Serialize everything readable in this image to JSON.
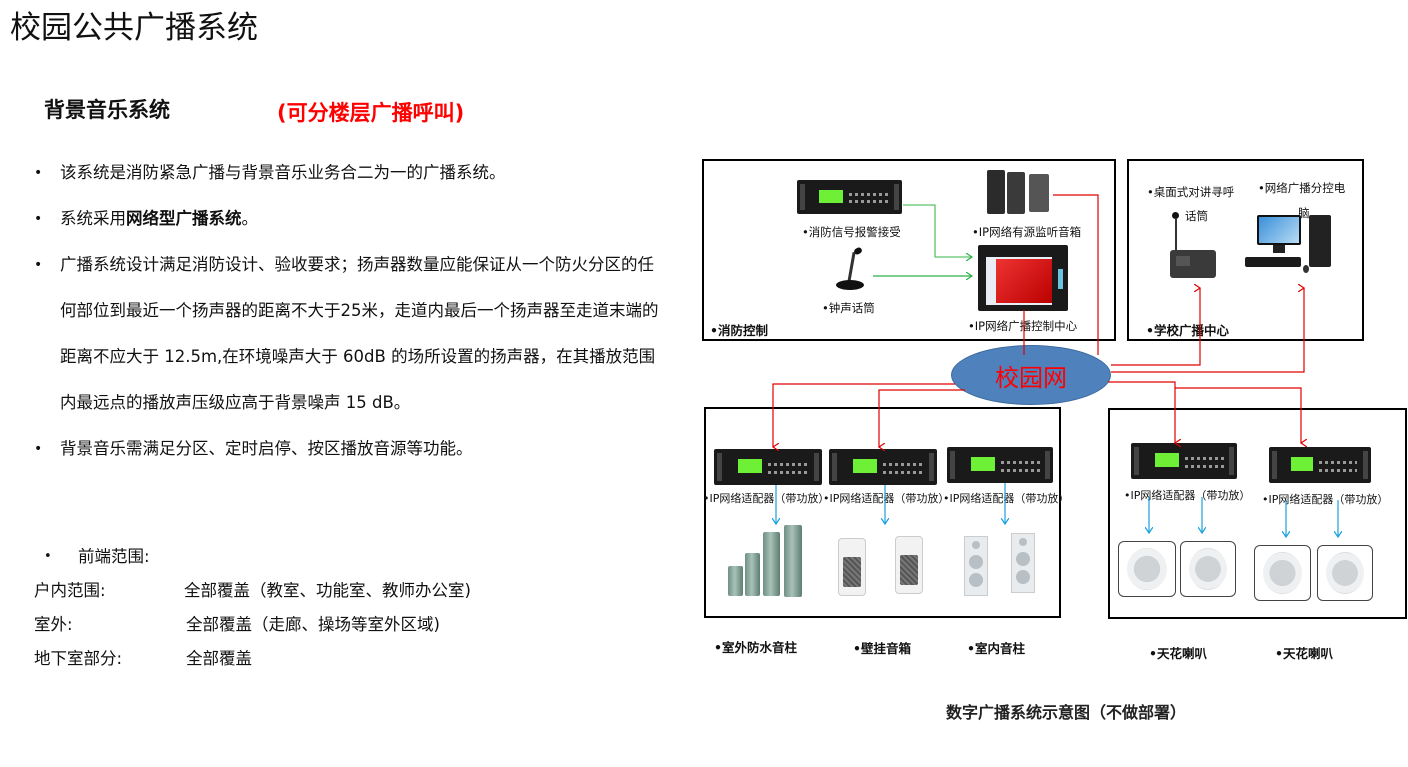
{
  "page": {
    "title": "校园公共广播系统",
    "subtitle": "背景音乐系统",
    "subtitle_note": "(可分楼层广播呼叫)"
  },
  "bullets": [
    {
      "text": "该系统是消防紧急广播与背景音乐业务合二为一的广播系统。"
    },
    {
      "prefix": "系统采用",
      "bold": "网络型广播系统",
      "suffix": "。"
    },
    {
      "text": "广播系统设计满足消防设计、验收要求；扬声器数量应能保证从一个防火分区的任何部位到最近一个扬声器的距离不大于25米，走道内最后一个扬声器至走道末端的距离不应大于 12.5m,在环境噪声大于 60dB 的场所设置的扬声器，在其播放范围内最远点的播放声压级应高于背景噪声 15 dB。"
    },
    {
      "text": "背景音乐需满足分区、定时启停、按区播放音源等功能。"
    }
  ],
  "scope": {
    "heading": "前端范围:",
    "rows": [
      {
        "key": "户内范围:",
        "value": "全部覆盖（教室、功能室、教师办公室)"
      },
      {
        "key": "室外:",
        "value": "全部覆盖（走廊、操场等室外区域)"
      },
      {
        "key": "地下室部分:",
        "value": "全部覆盖"
      }
    ]
  },
  "diagram": {
    "fire_control": {
      "label": "•消防控制",
      "devices": {
        "alarm_receiver": "•消防信号报警接受",
        "monitor_speaker": "•IP网络有源监听音箱",
        "chime_mic": "•钟声话筒",
        "control_center": "•IP网络广播控制中心"
      }
    },
    "school_center": {
      "label": "•学校广播中心",
      "devices": {
        "desk_intercom_line1": "•桌面式对讲寻呼",
        "desk_intercom_line2": "话筒",
        "sub_pc_line1": "•网络广播分控电",
        "sub_pc_line2": "脑"
      }
    },
    "network": {
      "label": "校园网",
      "fill": "#4f81bd",
      "text_color": "#ff0000"
    },
    "left_zone": {
      "adapters": [
        "•IP网络适配器（带功放）",
        "•IP网络适配器（带功放）",
        "•IP网络适配器（带功放）"
      ],
      "speaker_labels": [
        "•室外防水音柱",
        "•壁挂音箱",
        "•室内音柱"
      ]
    },
    "right_zone": {
      "adapters": [
        "•IP网络适配器（带功放）",
        "•IP网络适配器（带功放）"
      ],
      "speaker_labels": [
        "•天花喇叭",
        "•天花喇叭"
      ]
    },
    "caption": "数字广播系统示意图（不做部署）",
    "colors": {
      "network_line": "#e00000",
      "audio_line": "#1aa0dc",
      "signal_line": "#2eb04a"
    }
  }
}
